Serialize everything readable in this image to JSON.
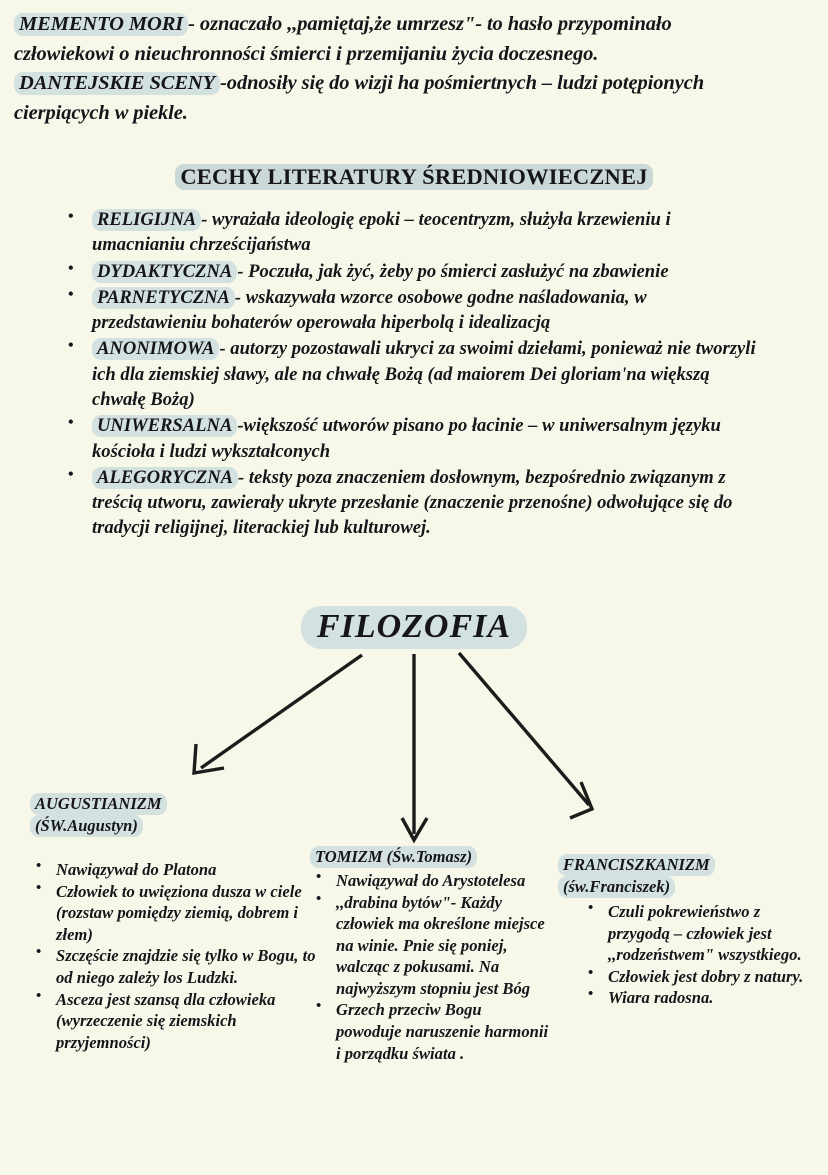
{
  "page": {
    "background_color": "#f8f8ea",
    "highlight_color": "#d3e2e0",
    "heading_highlight_color": "#cbd8d8",
    "text_color": "#16161a"
  },
  "intro": {
    "items": [
      {
        "term": "MEMENTO MORI",
        "text": "- oznaczało ,,pamiętaj,że umrzesz\"- to hasło przypominało człowiekowi o nieuchronności śmierci i przemijaniu życia doczesnego."
      },
      {
        "term": "DANTEJSKIE SCENY",
        "text": "-odnosiły się do wizji ha pośmiertnych – ludzi potępionych cierpiących w piekle."
      }
    ]
  },
  "section": {
    "title": "CECHY LITERATURY ŚREDNIOWIECZNEJ",
    "items": [
      {
        "term": "RELIGIJNA",
        "text": "- wyrażała ideologię epoki – teocentryzm, służyła krzewieniu i umacnianiu chrześcijaństwa"
      },
      {
        "term": "DYDAKTYCZNA",
        "text": "- Poczuła, jak żyć, żeby po śmierci zasłużyć na zbawienie"
      },
      {
        "term": "PARNETYCZNA",
        "text": "- wskazywała wzorce osobowe godne naśladowania, w przedstawieniu bohaterów operowała hiperbolą i idealizacją"
      },
      {
        "term": " ANONIMOWA",
        "text": "- autorzy pozostawali ukryci za swoimi dziełami, ponieważ nie tworzyli ich dla ziemskiej sławy, ale na chwałę Bożą (ad maiorem Dei gloriam'na większą chwałę Bożą)"
      },
      {
        "term": "UNIWERSALNA",
        "text": "-większość utworów pisano po łacinie – w uniwersalnym języku kościoła i ludzi wykształconych"
      },
      {
        "term": "ALEGORYCZNA",
        "text": "- teksty poza znaczeniem dosłownym, bezpośrednio związanym z treścią utworu, zawierały ukryte przesłanie (znaczenie przenośne) odwołujące się do tradycji religijnej, literackiej lub kulturowej."
      }
    ]
  },
  "filozofia": {
    "label": "FILOZOFIA"
  },
  "branches": {
    "augustianizm": {
      "title": "AUGUSTIANIZM",
      "subtitle": "(ŚW.Augustyn)",
      "points": [
        "Nawiązywał do Platona",
        "Człowiek to uwięziona dusza w ciele (rozstaw pomiędzy ziemią, dobrem i złem)",
        "Szczęście znajdzie się tylko w Bogu, to od niego zależy los Ludzki.",
        "Asceza jest szansą dla człowieka (wyrzeczenie się ziemskich przyjemności)"
      ]
    },
    "tomizm": {
      "title": "TOMIZM (Św.Tomasz)",
      "subtitle": "",
      "points": [
        "Nawiązywał do Arystotelesa",
        ",,drabina bytów\"- Każdy człowiek ma określone miejsce na winie. Pnie się poniej, walcząc z pokusami. Na najwyższym stopniu jest Bóg",
        "Grzech przeciw Bogu powoduje naruszenie harmonii i porządku świata ."
      ]
    },
    "franciszkanizm": {
      "title": "FRANCISZKANIZM",
      "subtitle": "(św.Franciszek)",
      "points": [
        "Czuli pokrewieństwo z przygodą – człowiek jest ,,rodzeństwem\" wszystkiego.",
        "Człowiek jest dobry z natury.",
        "Wiara radosna."
      ]
    }
  }
}
